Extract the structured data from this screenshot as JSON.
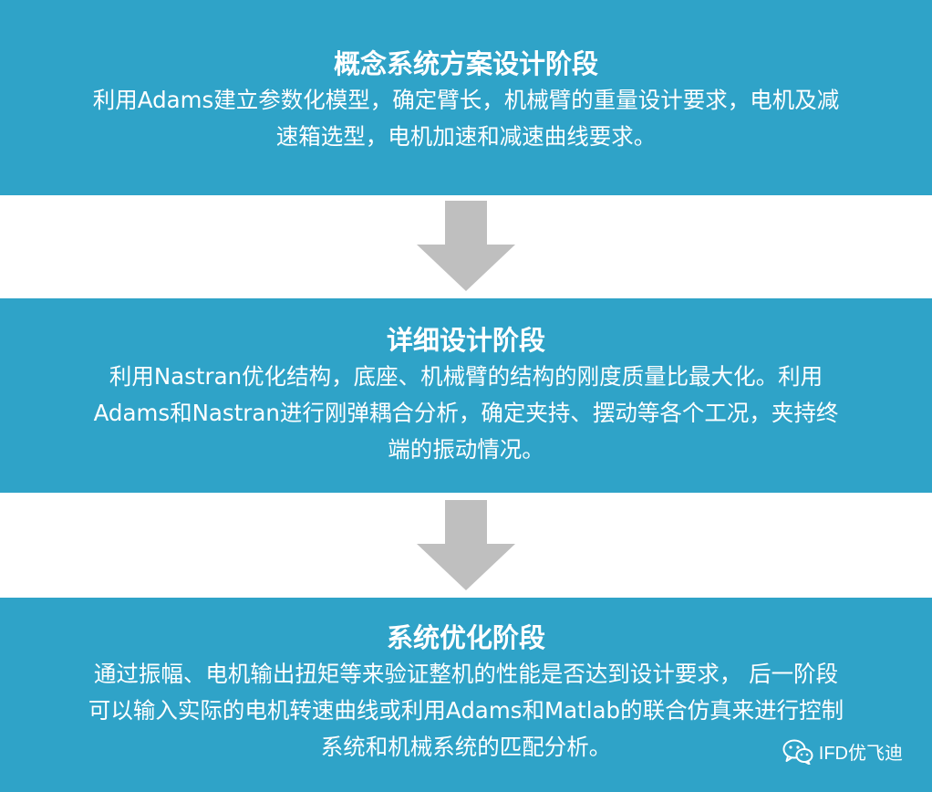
{
  "colors": {
    "stage_bg": "#2fa3c8",
    "arrow": "#bfbfbf",
    "text": "#ffffff"
  },
  "stages": [
    {
      "title": "概念系统方案设计阶段",
      "lines": [
        "利用Adams建立参数化模型，确定臂长，机械臂的重量设计要求，电机及减",
        "速箱选型，电机加速和减速曲线要求。"
      ]
    },
    {
      "title": "详细设计阶段",
      "lines": [
        "利用Nastran优化结构，底座、机械臂的结构的刚度质量比最大化。利用",
        "Adams和Nastran进行刚弹耦合分析，确定夹持、摆动等各个工况，夹持终",
        "端的振动情况。"
      ]
    },
    {
      "title": "系统优化阶段",
      "lines": [
        "通过振幅、电机输出扭矩等来验证整机的性能是否达到设计要求， 后一阶段",
        "可以输入实际的电机转速曲线或利用Adams和Matlab的联合仿真来进行控制",
        "系统和机械系统的匹配分析。"
      ]
    }
  ],
  "watermark": {
    "icon": "wechat-icon",
    "text": "IFD优飞迪"
  }
}
